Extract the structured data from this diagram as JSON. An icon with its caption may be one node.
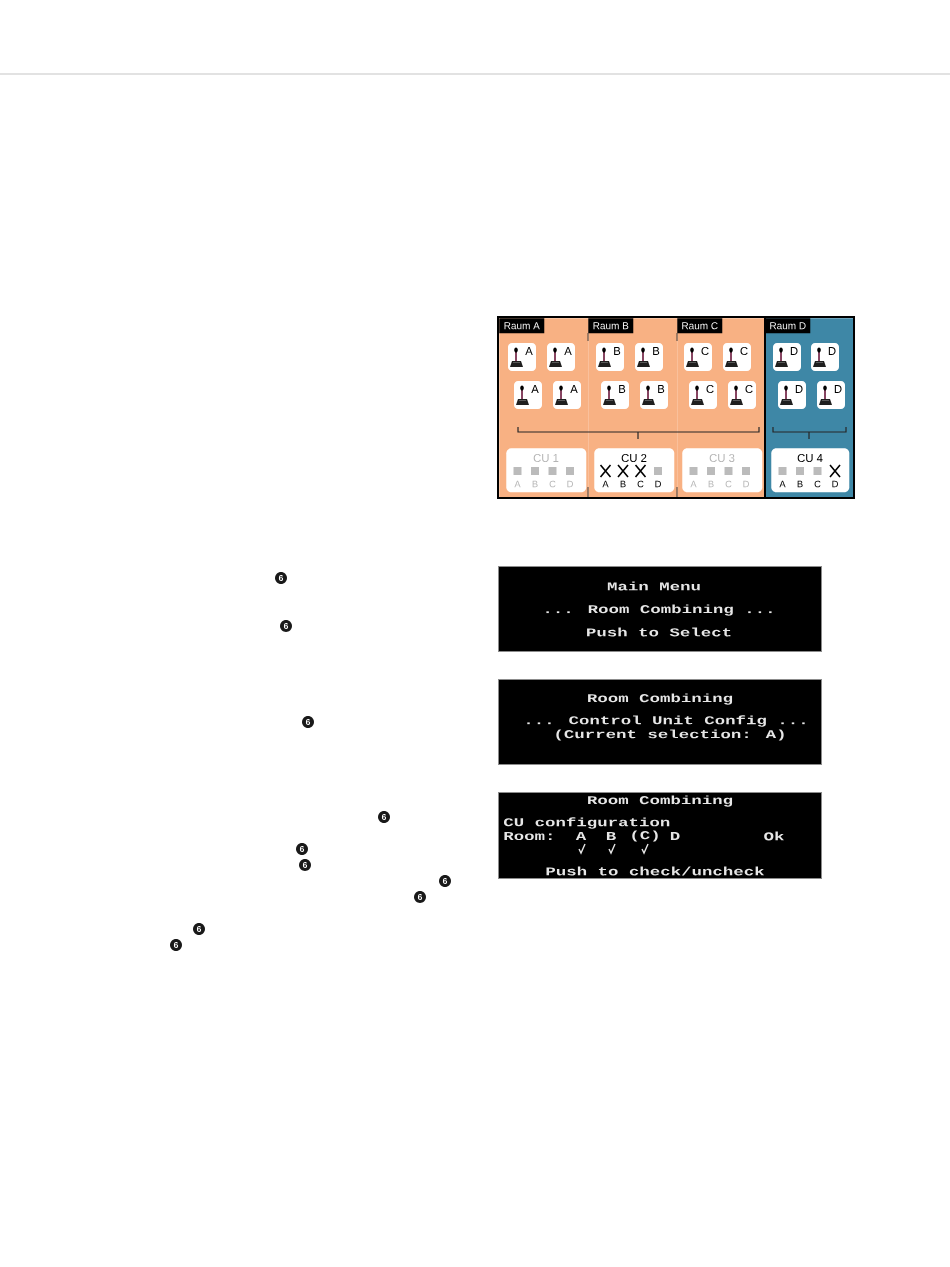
{
  "diagram": {
    "nodes": [
      {
        "text": [
          "Raum A"
        ]
      },
      {
        "text": [
          "A"
        ],
        "in": 0
      },
      {
        "text": [
          "A"
        ],
        "in": 0
      },
      {
        "text": [
          "A"
        ],
        "in": 0
      },
      {
        "text": [
          "A"
        ],
        "in": 0
      },
      {
        "text": [
          "CU 1",
          "A",
          "B",
          "C",
          "D"
        ],
        "in": 0
      },
      {
        "text": [
          "Raum B"
        ]
      },
      {
        "text": [
          "B"
        ],
        "in": 6
      },
      {
        "text": [
          "B"
        ],
        "in": 6
      },
      {
        "text": [
          "B"
        ],
        "in": 6
      },
      {
        "text": [
          "B"
        ],
        "in": 6
      },
      {
        "text": [
          "CU 2",
          "A",
          "B",
          "C",
          "D"
        ],
        "in": 6
      },
      {
        "text": [
          "Raum C"
        ]
      },
      {
        "text": [
          "C"
        ],
        "in": 12
      },
      {
        "text": [
          "C"
        ],
        "in": 12
      },
      {
        "text": [
          "C"
        ],
        "in": 12
      },
      {
        "text": [
          "C"
        ],
        "in": 12
      },
      {
        "text": [
          "CU 3",
          "A",
          "B",
          "C",
          "D"
        ],
        "in": 12
      },
      {
        "text": [
          "Raum D"
        ]
      },
      {
        "text": [
          "D"
        ],
        "in": 18
      },
      {
        "text": [
          "D"
        ],
        "in": 18
      },
      {
        "text": [
          "D"
        ],
        "in": 18
      },
      {
        "text": [
          "D"
        ],
        "in": 18
      },
      {
        "text": [
          "CU 4",
          "A",
          "B",
          "C",
          "D"
        ],
        "in": 18
      },
      {
        "text": [
          "Main Menu",
          "... Room Combining ...",
          "Push to Select"
        ]
      },
      {
        "text": [
          "Room Combining",
          "... Control Unit Config ...",
          "(Current selection: A)"
        ]
      },
      {
        "text": [
          "Room Combining",
          "CU configuration",
          "Room:",
          "A",
          "B",
          "(C)",
          "D",
          "Ok",
          "Push to check/uncheck"
        ]
      }
    ],
    "labels": [
      "6",
      "6",
      "6",
      "6",
      "6",
      "6",
      "6",
      "6",
      "6",
      "6"
    ]
  }
}
